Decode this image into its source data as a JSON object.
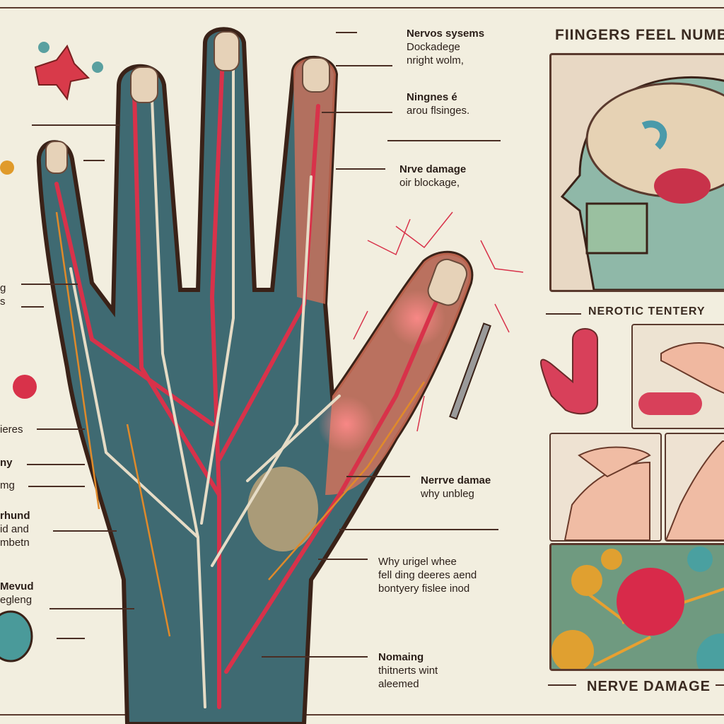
{
  "headings": {
    "top_right": "FIINGERS FEEL NUMBE",
    "middle_right": "NEROTIC TENTERY",
    "bottom_right": "NERVE DAMAGE"
  },
  "right_labels": [
    {
      "lines": [
        "Nervos sysems",
        "Dockadege",
        "nright wolm,"
      ]
    },
    {
      "lines": [
        "Ningnes é",
        "arou flsinges."
      ]
    },
    {
      "lines": [
        "Nrve damage",
        "oir blockage,"
      ]
    },
    {
      "lines": [
        "Nerrve damae",
        "why unbleg"
      ]
    },
    {
      "lines": [
        "Why urigel whee",
        "fell ding deeres aend",
        "bontyery fislee inod"
      ]
    },
    {
      "lines": [
        "Nomaing",
        "thitnerts wint",
        "aleemed"
      ]
    }
  ],
  "left_labels": [
    {
      "lines": [
        "g",
        "s"
      ]
    },
    {
      "lines": [
        "ieres"
      ]
    },
    {
      "lines": [
        "ny"
      ]
    },
    {
      "lines": [
        "mg"
      ]
    },
    {
      "lines": [
        "rhund",
        "id and",
        "mbetn"
      ]
    },
    {
      "lines": [
        "Mevud",
        "egleng"
      ]
    }
  ],
  "colors": {
    "background": "#f2eedf",
    "hand": "#3f6a72",
    "artery": "#d8324a",
    "nerve": "#e0d6c0",
    "outline": "#3a2218"
  }
}
